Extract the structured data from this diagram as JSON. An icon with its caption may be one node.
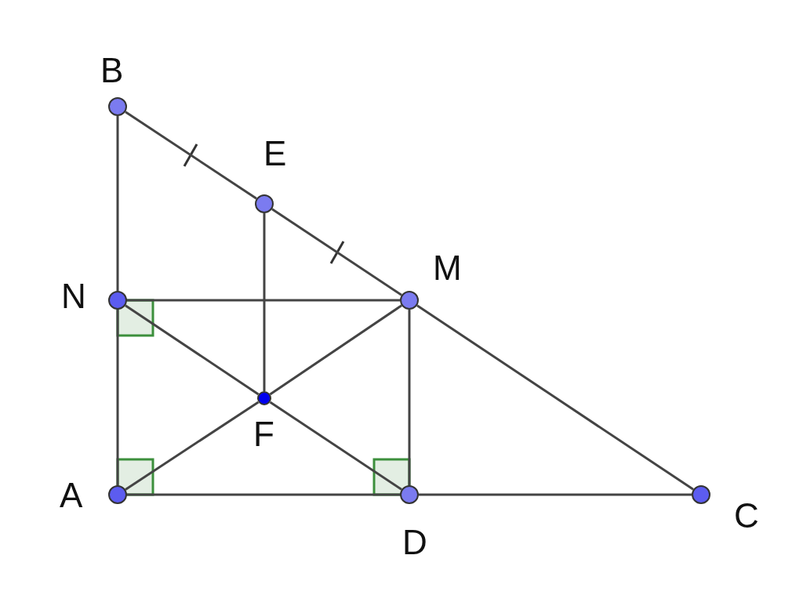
{
  "diagram": {
    "nodes": [
      {
        "text": [],
        "shape": "circle",
        "beside": [
          "B"
        ]
      },
      {
        "text": [],
        "shape": "circle",
        "beside": [
          "E"
        ]
      },
      {
        "text": [],
        "shape": "circle",
        "beside": [
          "N"
        ]
      },
      {
        "text": [],
        "shape": "circle",
        "beside": [
          "M"
        ]
      },
      {
        "text": [],
        "shape": "circle",
        "beside": [
          "F"
        ]
      },
      {
        "text": [],
        "shape": "circle",
        "beside": [
          "A"
        ]
      },
      {
        "text": [],
        "shape": "circle",
        "beside": [
          "D"
        ]
      },
      {
        "text": [],
        "shape": "circle",
        "beside": [
          "C"
        ]
      }
    ],
    "edges": [
      {
        "from": 0,
        "to": 1,
        "arrow": "none"
      },
      {
        "from": 1,
        "to": 3,
        "arrow": "none"
      },
      {
        "from": 3,
        "to": 7,
        "arrow": "none"
      },
      {
        "from": 0,
        "to": 2,
        "arrow": "none"
      },
      {
        "from": 2,
        "to": 5,
        "arrow": "none"
      },
      {
        "from": 2,
        "to": 3,
        "arrow": "none"
      },
      {
        "from": 1,
        "to": 4,
        "arrow": "none"
      },
      {
        "from": 2,
        "to": 4,
        "arrow": "none"
      },
      {
        "from": 4,
        "to": 6,
        "arrow": "none"
      },
      {
        "from": 5,
        "to": 4,
        "arrow": "none"
      },
      {
        "from": 4,
        "to": 3,
        "arrow": "none"
      },
      {
        "from": 3,
        "to": 6,
        "arrow": "none"
      },
      {
        "from": 5,
        "to": 6,
        "arrow": "none"
      },
      {
        "from": 6,
        "to": 7,
        "arrow": "none"
      }
    ]
  }
}
